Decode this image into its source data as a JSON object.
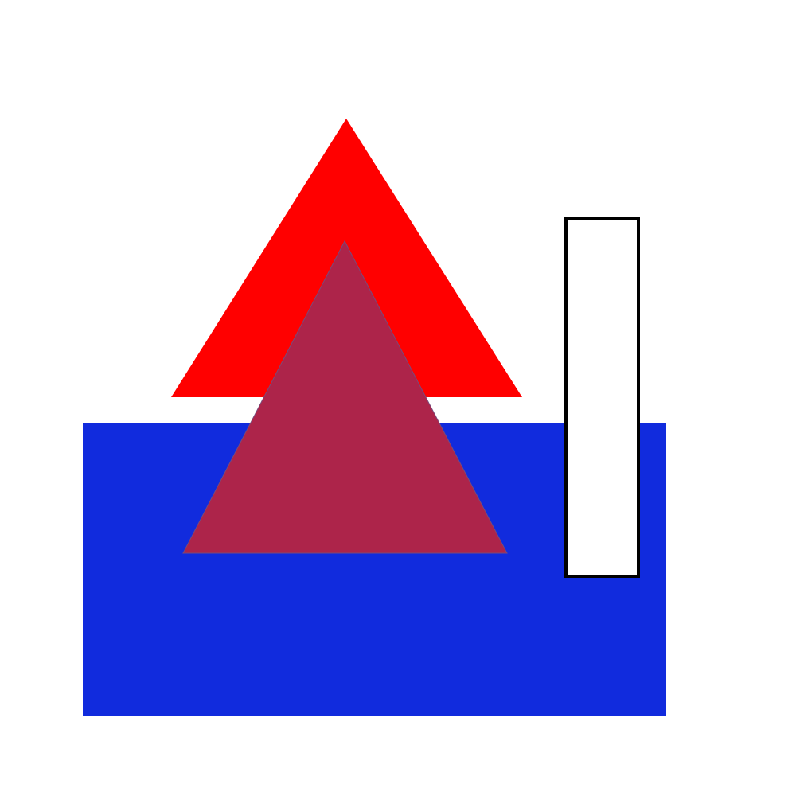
{
  "canvas": {
    "background": "#ffffff"
  },
  "shapes": {
    "large_triangle": {
      "kind": "triangle",
      "fill": "#ff0000"
    },
    "blue_rectangle": {
      "kind": "rectangle",
      "fill": "#112bdd"
    },
    "overlay_triangle": {
      "kind": "triangle",
      "fill": "#ad244a",
      "stroke": "#7a4a7a"
    },
    "outlined_rectangle": {
      "kind": "rectangle",
      "fill": "#ffffff",
      "stroke": "#000000"
    }
  }
}
